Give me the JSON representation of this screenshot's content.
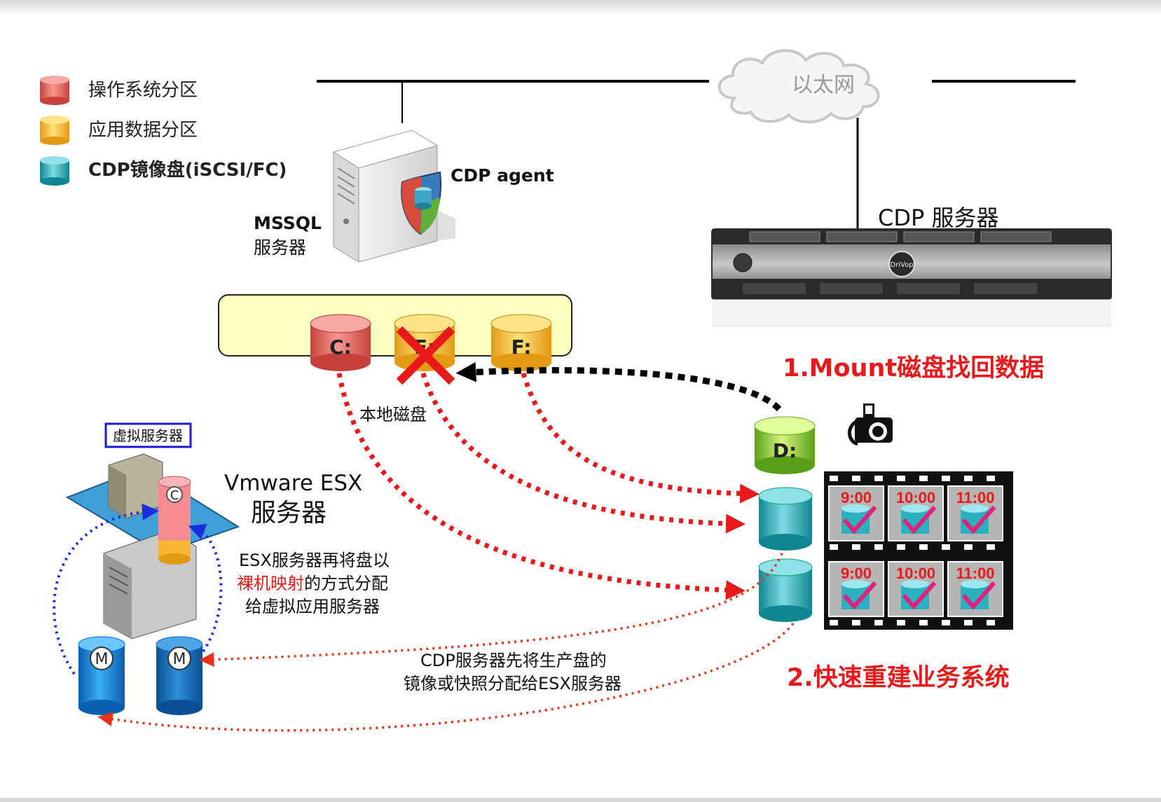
{
  "legend": [
    {
      "label": "操作系统分区",
      "color": "#e8625c"
    },
    {
      "label": "应用数据分区",
      "color": "#f7b733"
    },
    {
      "label": "CDP镜像盘(iSCSI/FC)",
      "color": "#1ea3b0"
    }
  ],
  "network_label": "以太网",
  "mssql_server": {
    "line1": "MSSQL",
    "line2": "服务器",
    "agent": "CDP agent"
  },
  "cdp_server": {
    "label": "CDP 服务器",
    "brand": "DriVop"
  },
  "local_disks": {
    "c": "C:",
    "e": "E:",
    "f": "F:",
    "caption": "本地磁盘"
  },
  "mount_disk": "D:",
  "step1": "1.Mount磁盘找回数据",
  "step2": "2.快速重建业务系统",
  "virtual_server_tag": "虚拟服务器",
  "esx": {
    "line1": "Vmware ESX",
    "line2": "服务器",
    "vm_disk": "C",
    "m1": "M",
    "m2": "M"
  },
  "esx_note": {
    "part1": "ESX服务器再将盘以",
    "highlight": "裸机映射",
    "part2": "的方式分配",
    "line3": "给虚拟应用服务器"
  },
  "cdp_note": {
    "line1": "CDP服务器先将生产盘的",
    "line2": "镜像或快照分配给ESX服务器"
  },
  "snapshots": [
    "9:00",
    "10:00",
    "11:00",
    "9:00",
    "10:00",
    "11:00"
  ],
  "colors": {
    "red_text": "#e8191a",
    "os": "#e8625c",
    "app": "#f7b733",
    "mirror": "#1ea3b0"
  }
}
